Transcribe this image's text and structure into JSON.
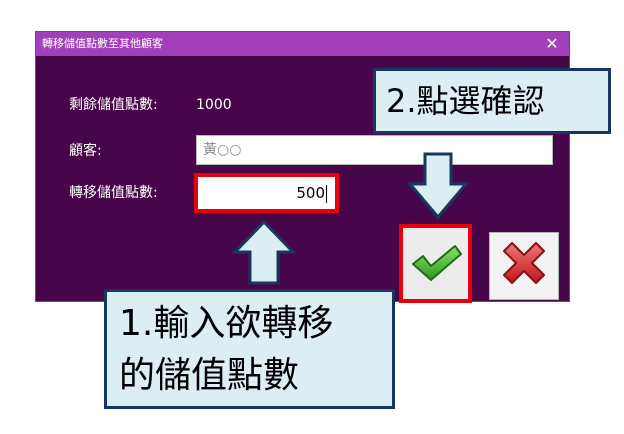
{
  "dialog": {
    "title": "轉移儲值點數至其他顧客",
    "close_glyph": "✕",
    "balance_label": "剩餘儲值點數:",
    "balance_value": "1000",
    "customer_label": "顧客:",
    "customer_value": "黃○○",
    "transfer_label": "轉移儲值點數:",
    "transfer_value": "500",
    "confirm_icon": "green-check-icon",
    "cancel_icon": "red-x-icon"
  },
  "annotations": {
    "step1_line1": "1.輸入欲轉移",
    "step1_line2": "的儲值點數",
    "step2": "2.點選確認"
  },
  "colors": {
    "dialog_bg": "#47064a",
    "titlebar_bg": "#a23fba",
    "highlight": "#e8000f",
    "callout_bg": "#dbeef4",
    "callout_border": "#17385e"
  }
}
